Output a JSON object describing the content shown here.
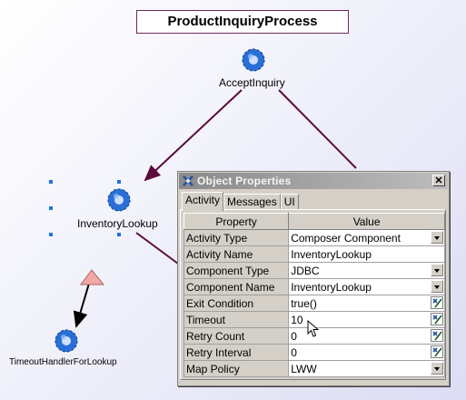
{
  "process": {
    "title": "ProductInquiryProcess"
  },
  "nodes": [
    {
      "label": "AcceptInquiry",
      "icon": "gear-icon"
    },
    {
      "label": "InventoryLookup",
      "icon": "gear-icon"
    },
    {
      "label": "TimeoutHandlerForLookup",
      "icon": "gear-icon"
    }
  ],
  "dialog": {
    "title": "Object Properties",
    "close_label": "✕",
    "tabs": [
      "Activity",
      "Messages",
      "UI"
    ],
    "active_tab": "Activity",
    "columns": {
      "property": "Property",
      "value": "Value"
    },
    "rows": [
      {
        "property": "Activity Type",
        "value": "Composer Component",
        "control": "dropdown"
      },
      {
        "property": "Activity Name",
        "value": "InventoryLookup",
        "control": "text"
      },
      {
        "property": "Component Type",
        "value": "JDBC",
        "control": "dropdown"
      },
      {
        "property": "Component Name",
        "value": "InventoryLookup",
        "control": "dropdown"
      },
      {
        "property": "Exit Condition",
        "value": "true()",
        "control": "edit"
      },
      {
        "property": "Timeout",
        "value": "10",
        "control": "edit"
      },
      {
        "property": "Retry Count",
        "value": "0",
        "control": "edit"
      },
      {
        "property": "Retry Interval",
        "value": "0",
        "control": "edit"
      },
      {
        "property": "Map Policy",
        "value": "LWW",
        "control": "dropdown"
      }
    ]
  },
  "colors": {
    "edge": "#5b0a3c",
    "node_icon": "#2a6fd6",
    "selection": "#1a73e8",
    "timeout_marker": "#f2a7a7"
  }
}
